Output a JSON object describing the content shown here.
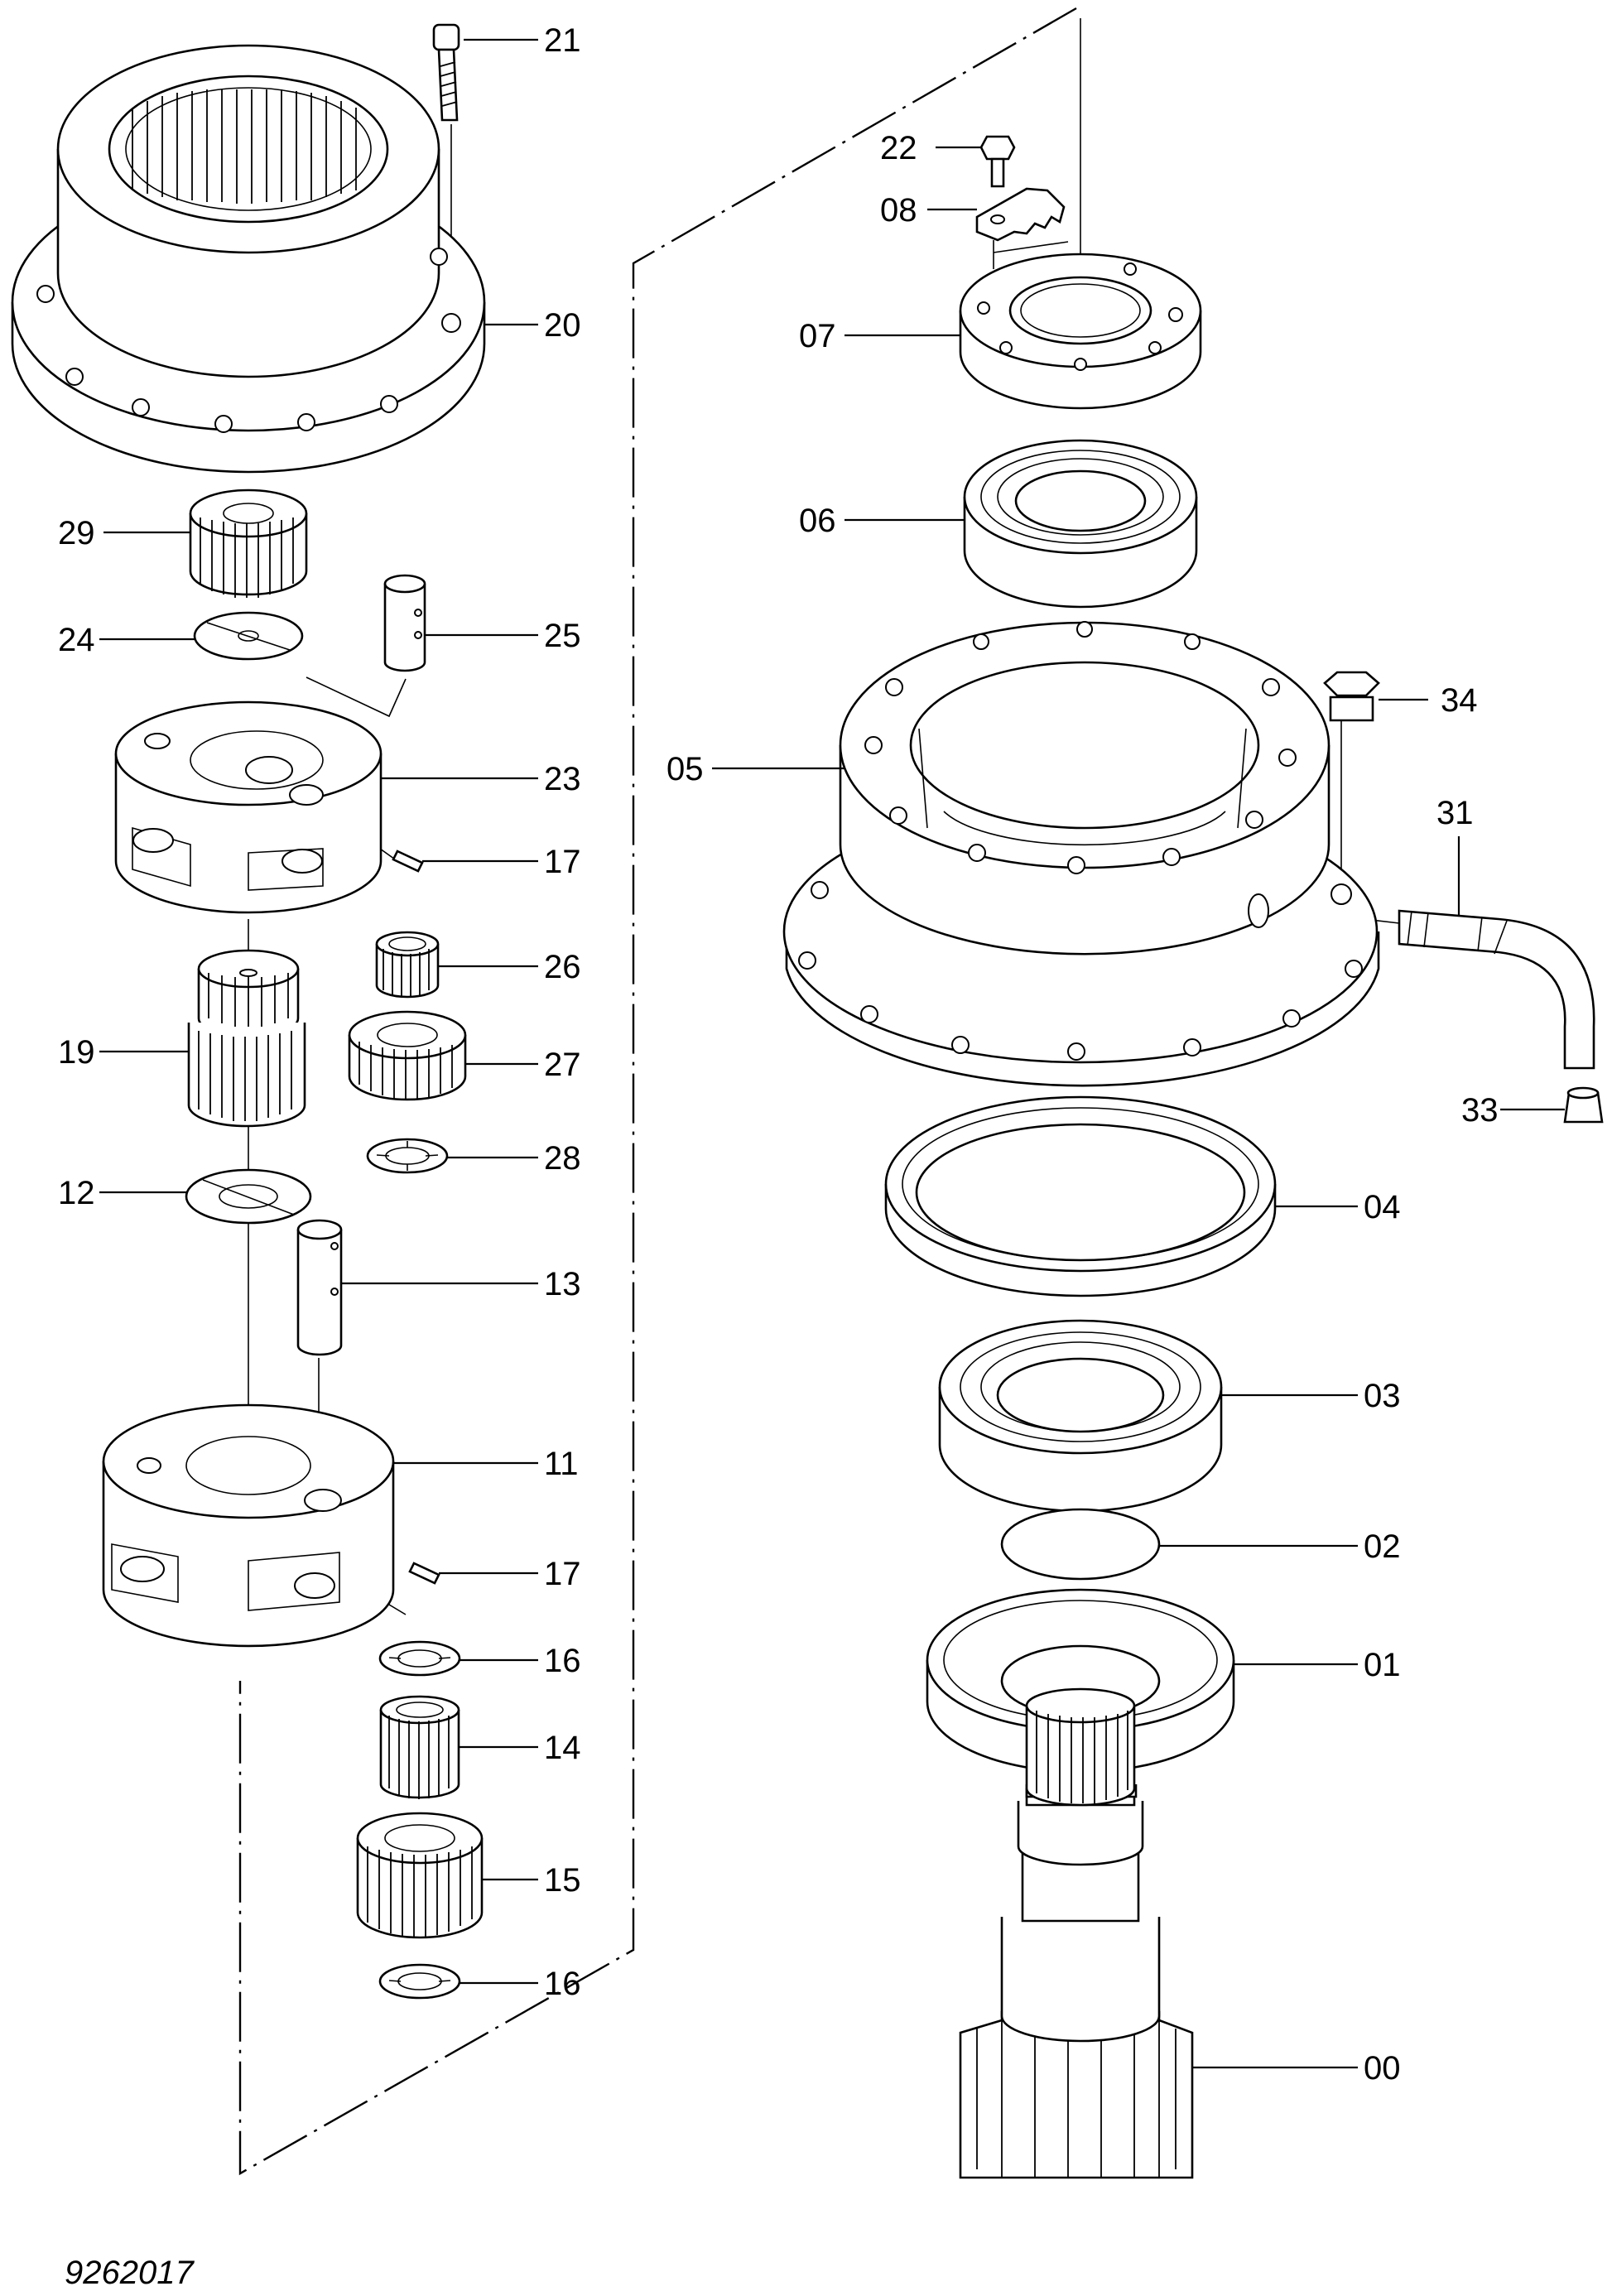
{
  "drawing": {
    "code": "9262017",
    "callouts": {
      "p00": "00",
      "p01": "01",
      "p02": "02",
      "p03": "03",
      "p04": "04",
      "p05": "05",
      "p06": "06",
      "p07": "07",
      "p08": "08",
      "p11": "11",
      "p12": "12",
      "p13": "13",
      "p14": "14",
      "p15": "15",
      "p16a": "16",
      "p16b": "16",
      "p17a": "17",
      "p17b": "17",
      "p19": "19",
      "p20": "20",
      "p21": "21",
      "p22": "22",
      "p23": "23",
      "p24": "24",
      "p25": "25",
      "p26": "26",
      "p27": "27",
      "p28": "28",
      "p29": "29",
      "p31": "31",
      "p33": "33",
      "p34": "34"
    }
  }
}
